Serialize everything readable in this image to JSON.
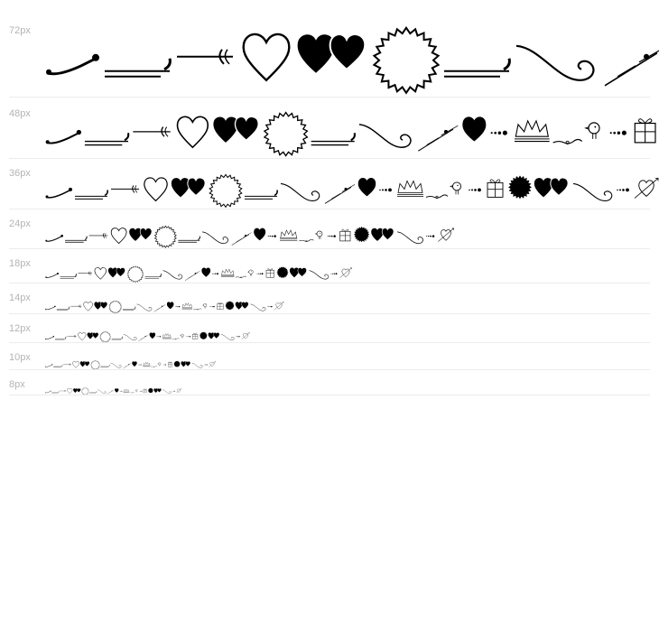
{
  "rows": [
    {
      "label": "72px",
      "size": 72
    },
    {
      "label": "48px",
      "size": 48
    },
    {
      "label": "36px",
      "size": 36
    },
    {
      "label": "24px",
      "size": 24
    },
    {
      "label": "18px",
      "size": 18
    },
    {
      "label": "14px",
      "size": 14
    },
    {
      "label": "12px",
      "size": 12
    },
    {
      "label": "10px",
      "size": 10
    },
    {
      "label": "8px",
      "size": 8
    }
  ],
  "glyph_sequence": [
    "swash-left",
    "double-line",
    "arrow-tail",
    "open-heart",
    "double-heart",
    "burst-outline",
    "double-line",
    "swirl",
    "slash-lines",
    "solid-heart",
    "dot-arrow",
    "crown",
    "swash-ornament",
    "bird",
    "dot-arrow",
    "gift-box",
    "burst-solid",
    "double-heart",
    "swirl",
    "dot-arrow",
    "heart-arrow"
  ]
}
